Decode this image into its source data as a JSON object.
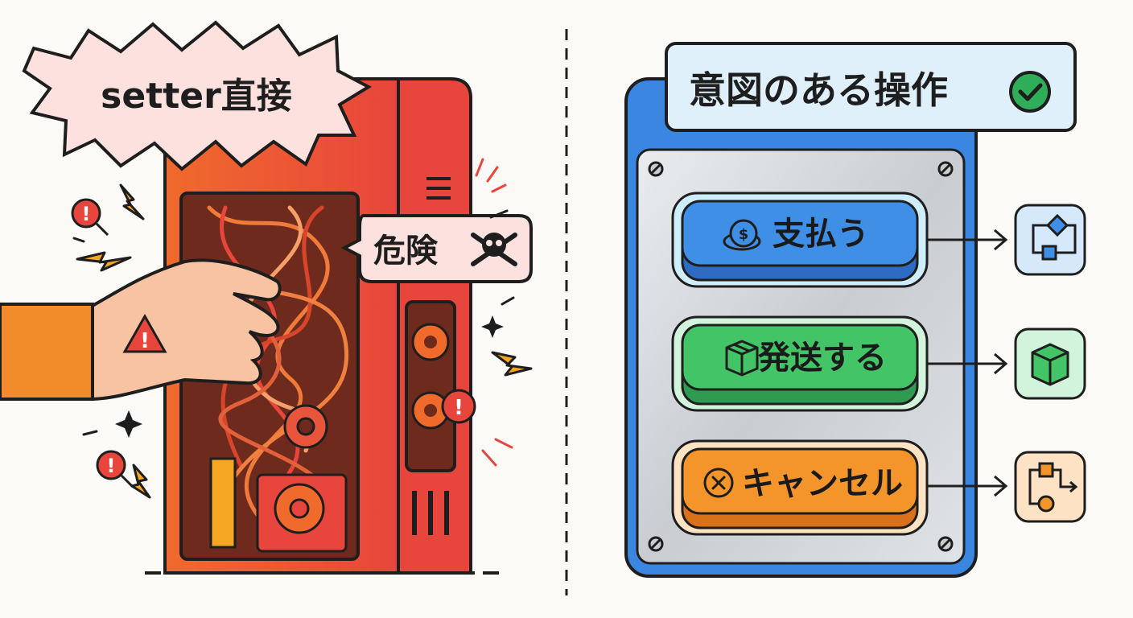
{
  "left_panel": {
    "burst_label": "setter直接",
    "danger_label": "危険"
  },
  "right_panel": {
    "title": "意図のある操作",
    "buttons": [
      {
        "label": "支払う",
        "icon": "coin-icon",
        "result_icon": "flow-diamond-icon"
      },
      {
        "label": "発送する",
        "icon": "box-icon",
        "result_icon": "box-icon"
      },
      {
        "label": "キャンセル",
        "icon": "cancel-circle-icon",
        "result_icon": "flow-branch-icon"
      }
    ]
  },
  "colors": {
    "danger_red": "#e8453c",
    "machine_orange": "#ee6a2e",
    "panel_blue": "#3b86e0",
    "pay_blue": "#3f8fe6",
    "ship_green": "#43c467",
    "cancel_orange": "#f4952b",
    "check_green": "#2fae5a"
  }
}
